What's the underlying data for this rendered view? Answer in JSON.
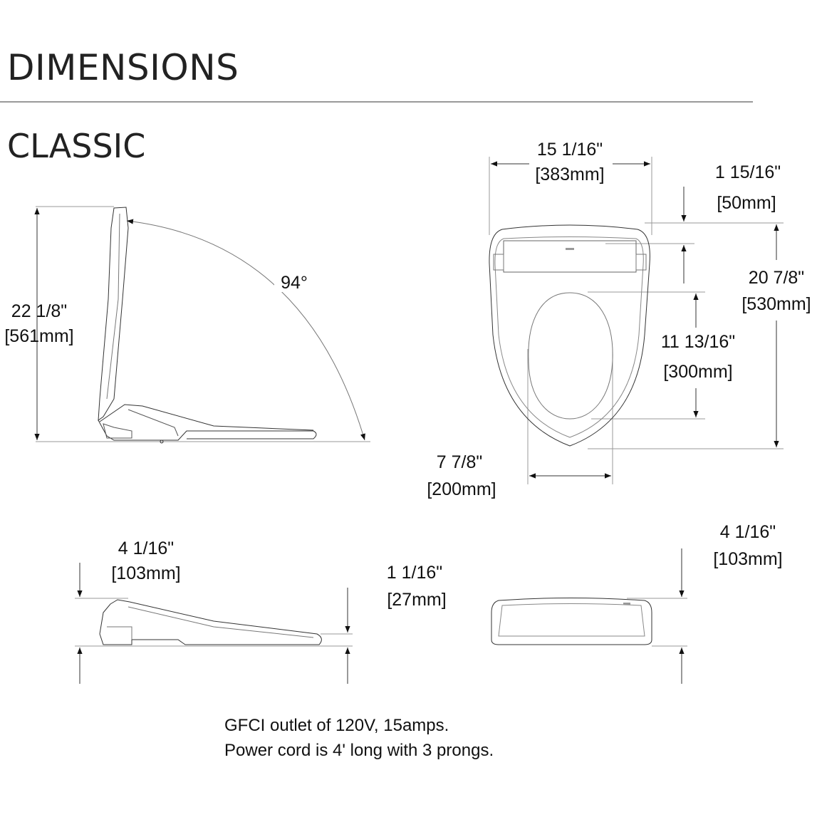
{
  "heading": "DIMENSIONS",
  "subheading": "CLASSIC",
  "side_view_open": {
    "height_in": "22 1/8\"",
    "height_mm": "[561mm]",
    "angle": "94°"
  },
  "top_view": {
    "width_in": "15 1/16\"",
    "width_mm": "[383mm]",
    "hinge_in": "1 15/16\"",
    "hinge_mm": "[50mm]",
    "length_in": "20 7/8\"",
    "length_mm": "[530mm]",
    "opening_length_in": "11 13/16\"",
    "opening_length_mm": "[300mm]",
    "opening_width_in": "7 7/8\"",
    "opening_width_mm": "[200mm]"
  },
  "side_view_closed": {
    "height_in": "4 1/16\"",
    "height_mm": "[103mm]",
    "front_height_in": "1 1/16\"",
    "front_height_mm": "[27mm]"
  },
  "rear_view": {
    "height_in": "4 1/16\"",
    "height_mm": "[103mm]"
  },
  "notes": [
    "GFCI outlet of 120V, 15amps.",
    "Power cord is 4' long with 3 prongs."
  ]
}
